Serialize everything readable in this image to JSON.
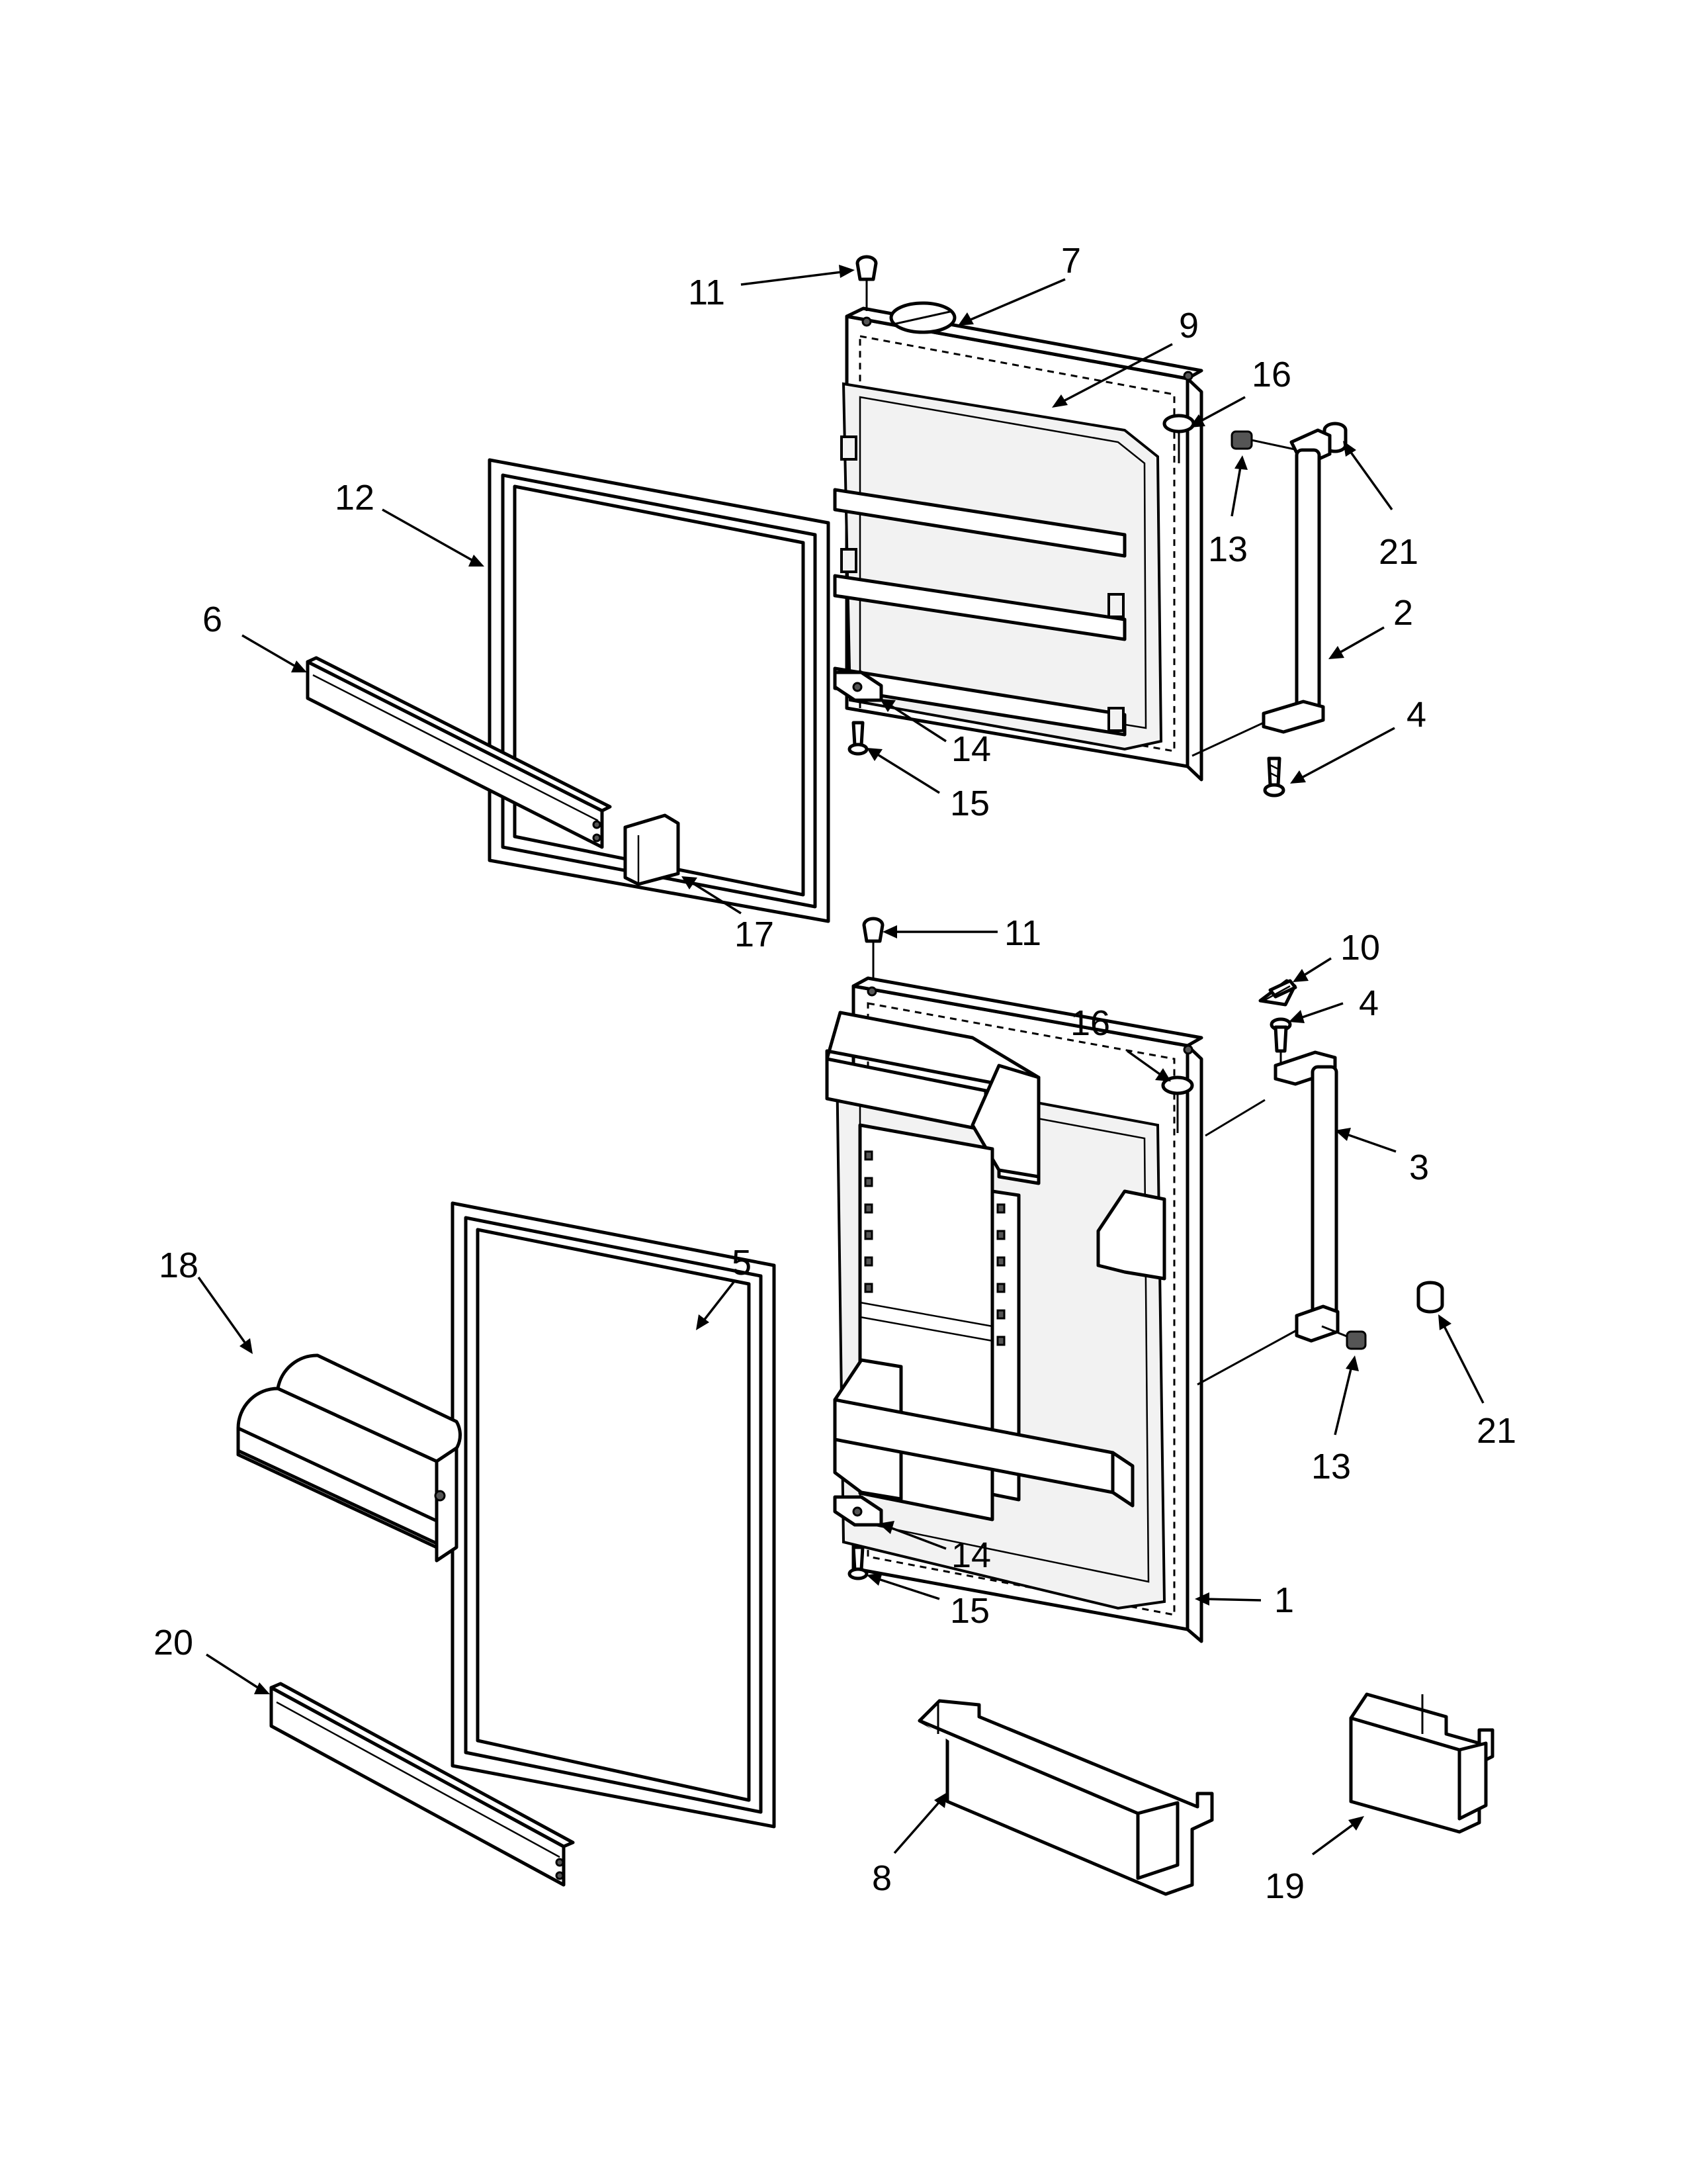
{
  "callouts": [
    {
      "id": "c11a",
      "label": "11"
    },
    {
      "id": "c7",
      "label": "7"
    },
    {
      "id": "c9",
      "label": "9"
    },
    {
      "id": "c16a",
      "label": "16"
    },
    {
      "id": "c13a",
      "label": "13"
    },
    {
      "id": "c21a",
      "label": "21"
    },
    {
      "id": "c12",
      "label": "12"
    },
    {
      "id": "c6",
      "label": "6"
    },
    {
      "id": "c2",
      "label": "2"
    },
    {
      "id": "c4a",
      "label": "4"
    },
    {
      "id": "c14a",
      "label": "14"
    },
    {
      "id": "c15a",
      "label": "15"
    },
    {
      "id": "c17",
      "label": "17"
    },
    {
      "id": "c11b",
      "label": "11"
    },
    {
      "id": "c10",
      "label": "10"
    },
    {
      "id": "c4b",
      "label": "4"
    },
    {
      "id": "c16b",
      "label": "16"
    },
    {
      "id": "c3",
      "label": "3"
    },
    {
      "id": "c18",
      "label": "18"
    },
    {
      "id": "c5",
      "label": "5"
    },
    {
      "id": "c13b",
      "label": "13"
    },
    {
      "id": "c21b",
      "label": "21"
    },
    {
      "id": "c14b",
      "label": "14"
    },
    {
      "id": "c15b",
      "label": "15"
    },
    {
      "id": "c1",
      "label": "1"
    },
    {
      "id": "c20",
      "label": "20"
    },
    {
      "id": "c8",
      "label": "8"
    },
    {
      "id": "c19",
      "label": "19"
    }
  ]
}
